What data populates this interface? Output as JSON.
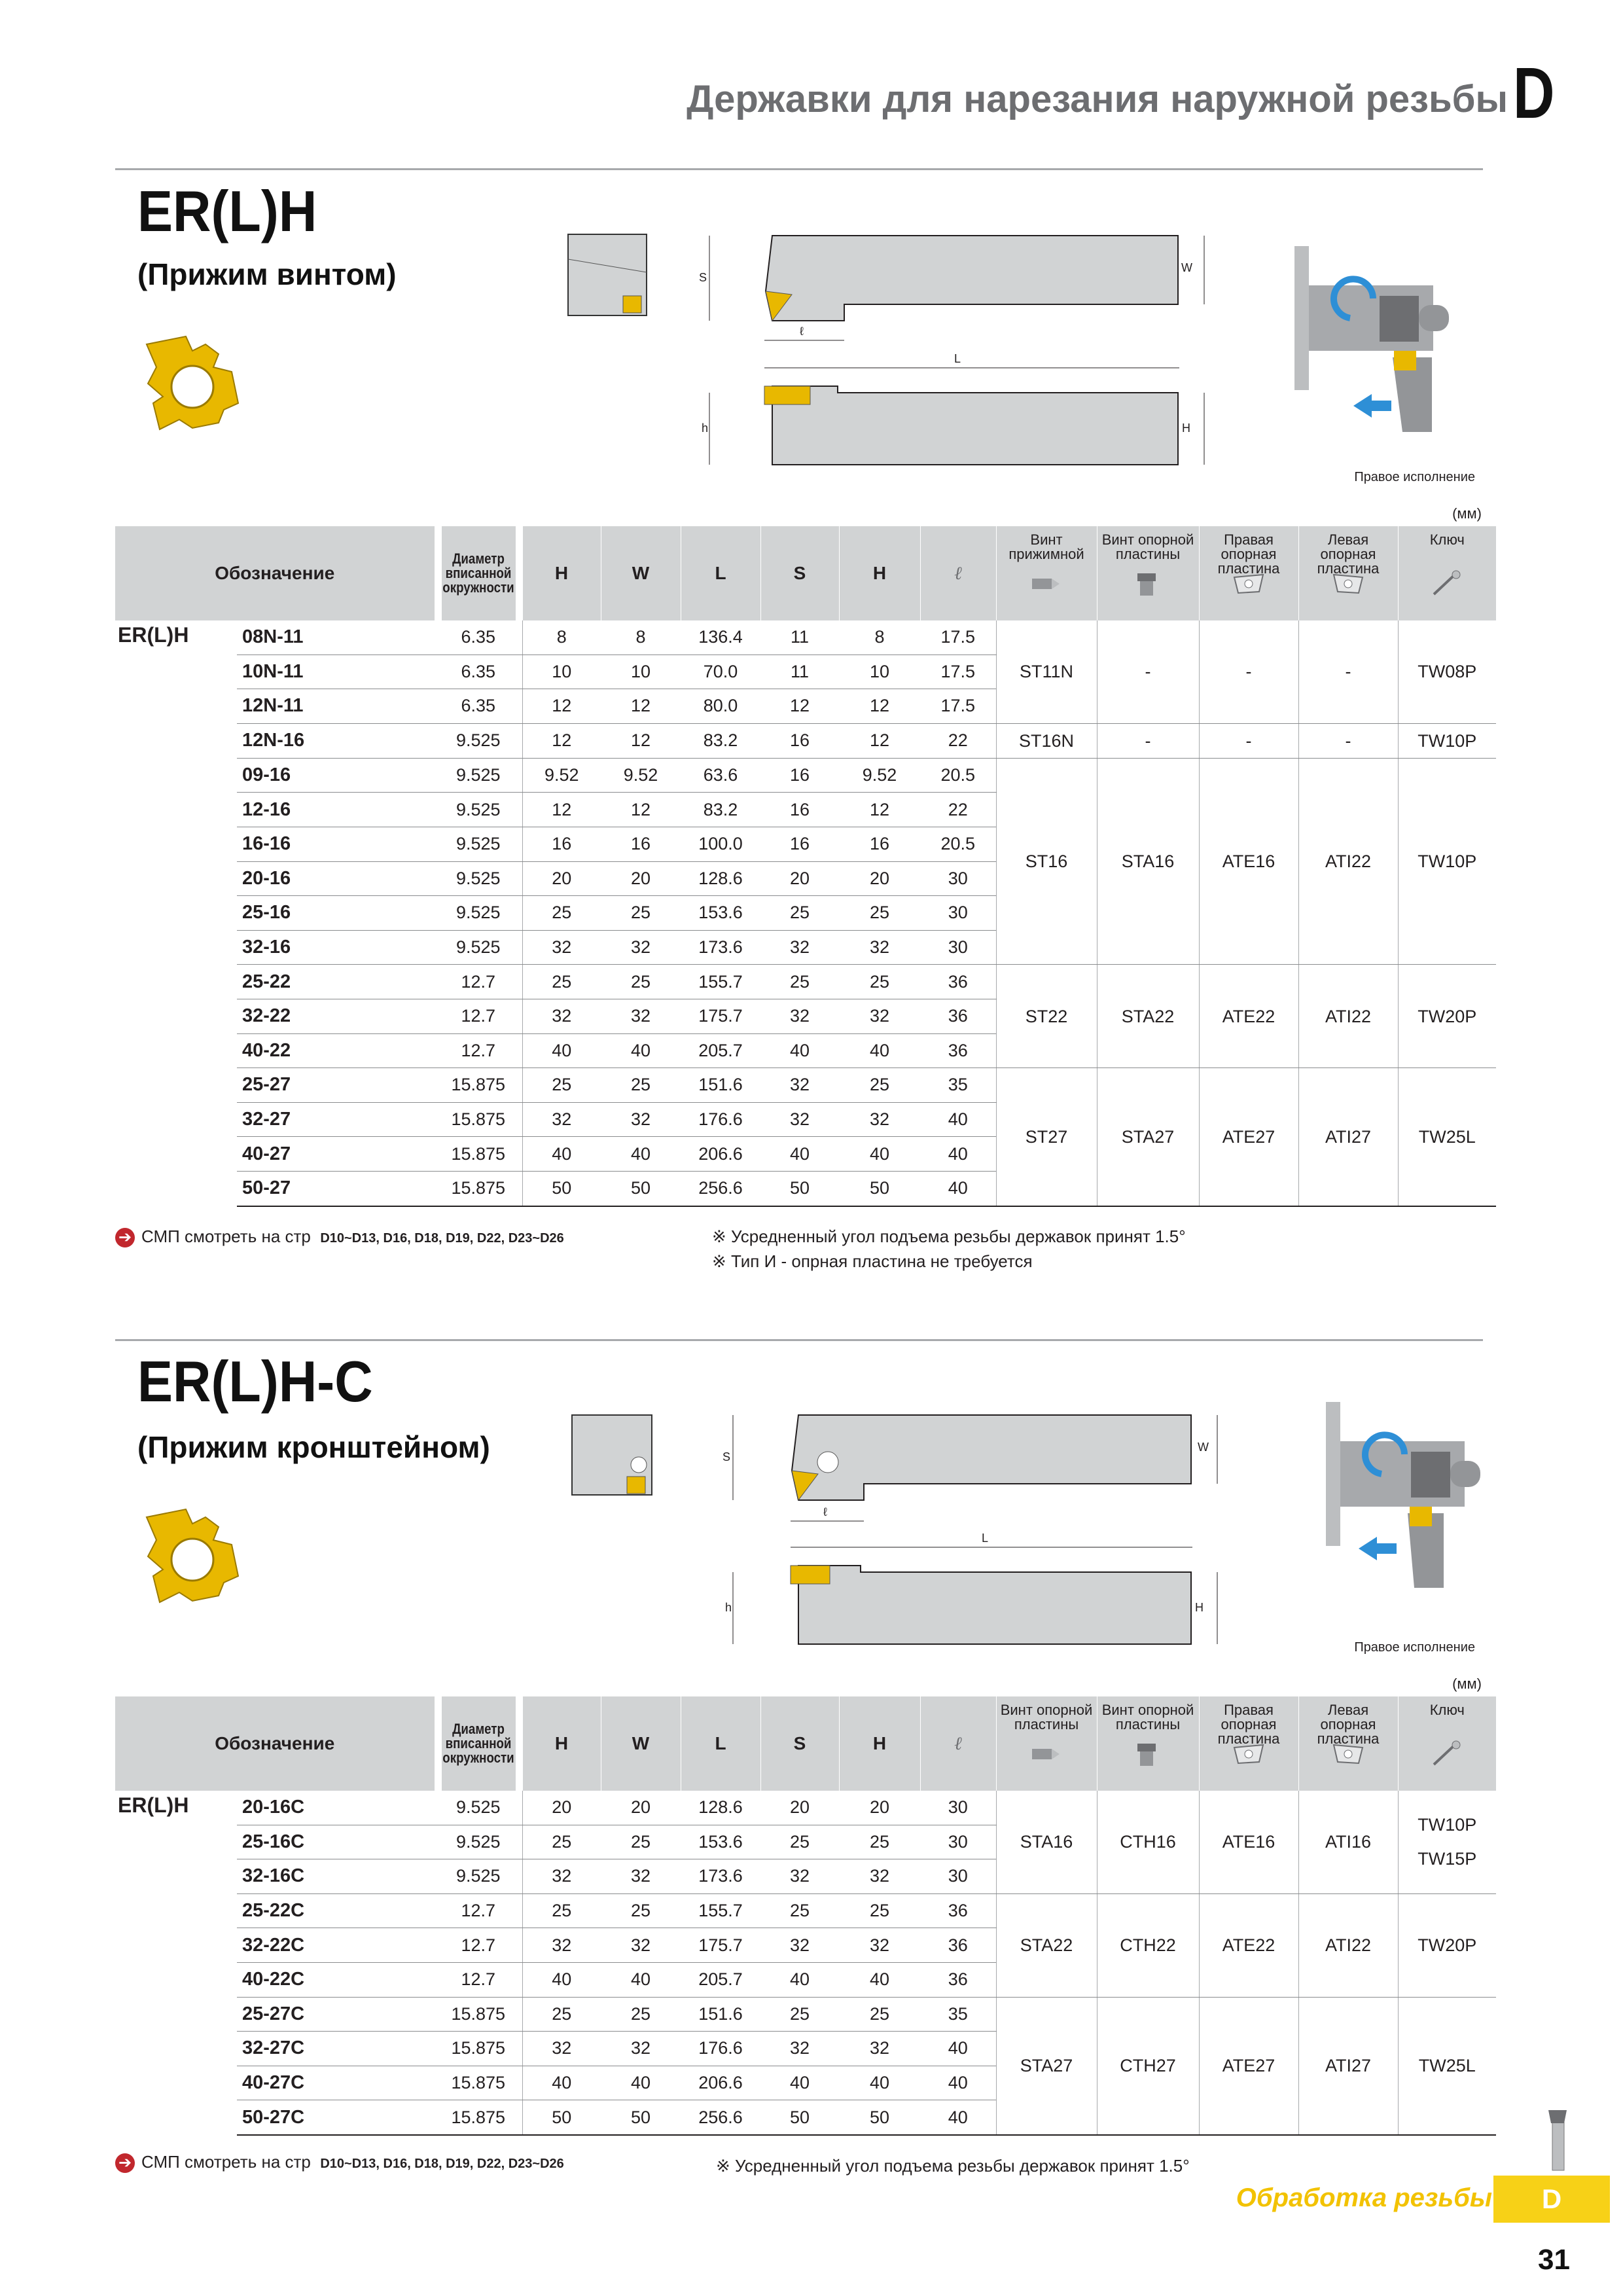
{
  "header": {
    "title": "Державки для нарезания наружной резьбы",
    "section_letter": "D"
  },
  "section1": {
    "code": "ER(L)H",
    "subtitle": "(Прижим винтом)",
    "right_version": "Правое исполнение",
    "unit": "(мм)",
    "columns": {
      "designation": "Обозначение",
      "diameter": "Диаметр вписанной окружности",
      "h": "H",
      "w": "W",
      "l": "L",
      "s": "S",
      "hh": "H",
      "ell": "ℓ",
      "acc": [
        "Винт прижимной",
        "Винт опорной пластины",
        "Правая опорная пластина",
        "Левая опорная пластина",
        "Ключ"
      ]
    },
    "group_label": "ER(L)H",
    "rows": [
      [
        "08N-11",
        "6.35",
        "8",
        "8",
        "136.4",
        "11",
        "8",
        "17.5"
      ],
      [
        "10N-11",
        "6.35",
        "10",
        "10",
        "70.0",
        "11",
        "10",
        "17.5"
      ],
      [
        "12N-11",
        "6.35",
        "12",
        "12",
        "80.0",
        "12",
        "12",
        "17.5"
      ],
      [
        "12N-16",
        "9.525",
        "12",
        "12",
        "83.2",
        "16",
        "12",
        "22"
      ],
      [
        "09-16",
        "9.525",
        "9.52",
        "9.52",
        "63.6",
        "16",
        "9.52",
        "20.5"
      ],
      [
        "12-16",
        "9.525",
        "12",
        "12",
        "83.2",
        "16",
        "12",
        "22"
      ],
      [
        "16-16",
        "9.525",
        "16",
        "16",
        "100.0",
        "16",
        "16",
        "20.5"
      ],
      [
        "20-16",
        "9.525",
        "20",
        "20",
        "128.6",
        "20",
        "20",
        "30"
      ],
      [
        "25-16",
        "9.525",
        "25",
        "25",
        "153.6",
        "25",
        "25",
        "30"
      ],
      [
        "32-16",
        "9.525",
        "32",
        "32",
        "173.6",
        "32",
        "32",
        "30"
      ],
      [
        "25-22",
        "12.7",
        "25",
        "25",
        "155.7",
        "25",
        "25",
        "36"
      ],
      [
        "32-22",
        "12.7",
        "32",
        "32",
        "175.7",
        "32",
        "32",
        "36"
      ],
      [
        "40-22",
        "12.7",
        "40",
        "40",
        "205.7",
        "40",
        "40",
        "36"
      ],
      [
        "25-27",
        "15.875",
        "25",
        "25",
        "151.6",
        "32",
        "25",
        "35"
      ],
      [
        "32-27",
        "15.875",
        "32",
        "32",
        "176.6",
        "32",
        "32",
        "40"
      ],
      [
        "40-27",
        "15.875",
        "40",
        "40",
        "206.6",
        "40",
        "40",
        "40"
      ],
      [
        "50-27",
        "15.875",
        "50",
        "50",
        "256.6",
        "50",
        "50",
        "40"
      ]
    ],
    "acc_groups": [
      {
        "rows": 3,
        "values": [
          "ST11N",
          "-",
          "-",
          "-",
          "TW08P"
        ]
      },
      {
        "rows": 1,
        "values": [
          "ST16N",
          "-",
          "-",
          "-",
          "TW10P"
        ]
      },
      {
        "rows": 6,
        "values": [
          "ST16",
          "STA16",
          "ATE16",
          "ATI22",
          "TW10P"
        ]
      },
      {
        "rows": 3,
        "values": [
          "ST22",
          "STA22",
          "ATE22",
          "ATI22",
          "TW20P"
        ]
      },
      {
        "rows": 4,
        "values": [
          "ST27",
          "STA27",
          "ATE27",
          "ATI27",
          "TW25L"
        ]
      }
    ],
    "insert_ref_text": "СМП смотреть на стр",
    "insert_ref_pages": "D10~D13, D16, D18, D19, D22, D23~D26",
    "remarks": [
      "※ Усредненный угол подъема резьбы державок принят 1.5°",
      "※ Тип И - опрная пластина не требуется"
    ]
  },
  "section2": {
    "code": "ER(L)H-C",
    "subtitle": "(Прижим кронштейном)",
    "right_version": "Правое исполнение",
    "unit": "(мм)",
    "columns": {
      "designation": "Обозначение",
      "diameter": "Диаметр вписанной окружности",
      "h": "H",
      "w": "W",
      "l": "L",
      "s": "S",
      "hh": "H",
      "ell": "ℓ",
      "acc": [
        "Винт опорной пластины",
        "Винт опорной пластины",
        "Правая опорная пластина",
        "Левая опорная пластина",
        "Ключ"
      ]
    },
    "group_label": "ER(L)H",
    "rows": [
      [
        "20-16C",
        "9.525",
        "20",
        "20",
        "128.6",
        "20",
        "20",
        "30"
      ],
      [
        "25-16C",
        "9.525",
        "25",
        "25",
        "153.6",
        "25",
        "25",
        "30"
      ],
      [
        "32-16C",
        "9.525",
        "32",
        "32",
        "173.6",
        "32",
        "32",
        "30"
      ],
      [
        "25-22C",
        "12.7",
        "25",
        "25",
        "155.7",
        "25",
        "25",
        "36"
      ],
      [
        "32-22C",
        "12.7",
        "32",
        "32",
        "175.7",
        "32",
        "32",
        "36"
      ],
      [
        "40-22C",
        "12.7",
        "40",
        "40",
        "205.7",
        "40",
        "40",
        "36"
      ],
      [
        "25-27C",
        "15.875",
        "25",
        "25",
        "151.6",
        "25",
        "25",
        "35"
      ],
      [
        "32-27C",
        "15.875",
        "32",
        "32",
        "176.6",
        "32",
        "32",
        "40"
      ],
      [
        "40-27C",
        "15.875",
        "40",
        "40",
        "206.6",
        "40",
        "40",
        "40"
      ],
      [
        "50-27C",
        "15.875",
        "50",
        "50",
        "256.6",
        "50",
        "50",
        "40"
      ]
    ],
    "acc_groups": [
      {
        "rows": 3,
        "values": [
          "STA16",
          "CTH16",
          "ATE16",
          "ATI16",
          "TW10P\nTW15P"
        ]
      },
      {
        "rows": 3,
        "values": [
          "STA22",
          "CTH22",
          "ATE22",
          "ATI22",
          "TW20P"
        ]
      },
      {
        "rows": 4,
        "values": [
          "STA27",
          "CTH27",
          "ATE27",
          "ATI27",
          "TW25L"
        ]
      }
    ],
    "insert_ref_text": "СМП смотреть на стр",
    "insert_ref_pages": "D10~D13, D16, D18, D19, D22, D23~D26",
    "remarks": [
      "※ Усредненный угол подъема резьбы державок принят 1.5°"
    ]
  },
  "drawing_labels": {
    "s": "S",
    "w": "W",
    "l": "L",
    "ell": "ℓ",
    "h_small": "h",
    "h_big": "H"
  },
  "footer": {
    "category": "Обработка резьбы",
    "tab_letter": "D",
    "page_number": "31"
  },
  "colors": {
    "insert_gold": "#e8b800",
    "table_header": "#d1d3d4",
    "accent_yellow": "#f7d117",
    "bullet_red": "#c1272d",
    "arrow_blue": "#2e8fd6"
  }
}
